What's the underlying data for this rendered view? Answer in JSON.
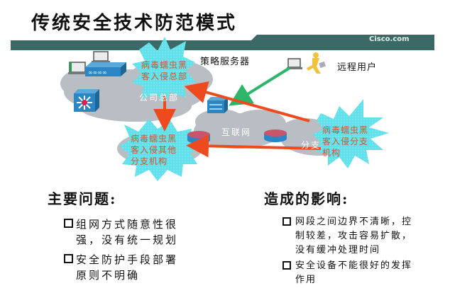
{
  "slide": {
    "title": "传统安全技术防范模式",
    "brand": "Cisco.com"
  },
  "diagram": {
    "labels": {
      "policy_server": "策略服务器",
      "remote_user": "远程用户",
      "hq_cloud": "公司总部",
      "internet_cloud": "互联网",
      "branch_cloud": "分支"
    },
    "bursts": [
      {
        "id": "hq",
        "lines": [
          "病毒蠕虫黑",
          "客入侵总部"
        ]
      },
      {
        "id": "other-branches",
        "lines": [
          "病毒蠕虫黑",
          "客入侵其他",
          "分支机构"
        ]
      },
      {
        "id": "branch",
        "lines": [
          "病毒蠕虫黑",
          "客入侵分支",
          "机构"
        ]
      }
    ],
    "colors": {
      "cloud": "#b9bec4",
      "burst": "#5fe0ea",
      "attack_arrow": "#ee4a1f",
      "remote_link": "#2fb56a",
      "device_blue": "#2a86c4",
      "header_bar": "#3a6966"
    }
  },
  "problems": {
    "heading": "主要问题:",
    "items": [
      {
        "lines": [
          "组网方式随意性很",
          "强，没有统一规划"
        ]
      },
      {
        "lines": [
          "安全防护手段部署",
          "原则不明确"
        ]
      }
    ]
  },
  "impact": {
    "heading": "造成的影响:",
    "items": [
      {
        "lines": [
          "网段之间边界不清晰，控",
          "制较差，攻击容易扩散，",
          "没有缓冲处理时间"
        ]
      },
      {
        "lines": [
          "安全设备不能很好的发挥",
          "作用"
        ]
      }
    ]
  }
}
